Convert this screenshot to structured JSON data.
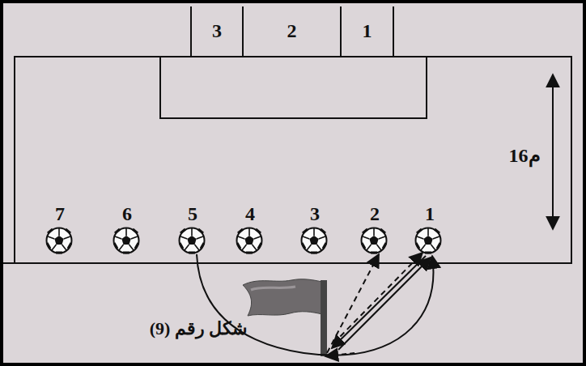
{
  "diagram": {
    "caption": "شكل رقم (9)",
    "nodes": [
      {
        "text": [
          "3"
        ]
      },
      {
        "text": [
          "2"
        ]
      },
      {
        "text": [
          "1"
        ]
      }
    ],
    "labels": [
      "16م",
      "7",
      "6",
      "5",
      "4",
      "3",
      "2",
      "1"
    ]
  }
}
